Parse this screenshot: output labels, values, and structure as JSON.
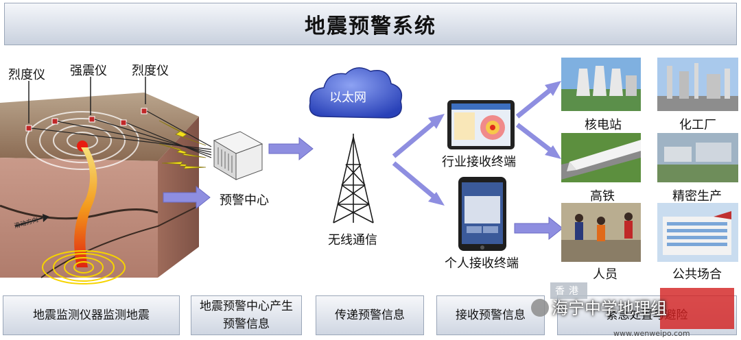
{
  "title": "地震预警系统",
  "sensors": {
    "left_intensity_meter": "烈度仪",
    "strong_motion_meter": "强震仪",
    "right_intensity_meter": "烈度仪",
    "fault_direction": "滑动方向"
  },
  "nodes": {
    "warning_center": "预警中心",
    "ethernet": "以太网",
    "wireless": "无线通信",
    "industry_terminal": "行业接收终端",
    "personal_terminal": "个人接收终端"
  },
  "targets": {
    "nuclear": "核电站",
    "chemical": "化工厂",
    "railway": "高铁",
    "precision": "精密生产",
    "people": "人员",
    "public": "公共场合"
  },
  "steps": [
    "地震监测仪器监测地震",
    "地震预警中心产生\n预警信息",
    "传递预警信息",
    "接收预警信息",
    "紧急处置与避险"
  ],
  "watermark": {
    "account": "海宁中学地理组",
    "brand": "香港",
    "url": "www.wenweipo.com"
  },
  "colors": {
    "arrow": "#8e8ee0",
    "bolt": "#f3e01c",
    "cloud": "#3c55c8",
    "tower": "#1a1a1a"
  }
}
